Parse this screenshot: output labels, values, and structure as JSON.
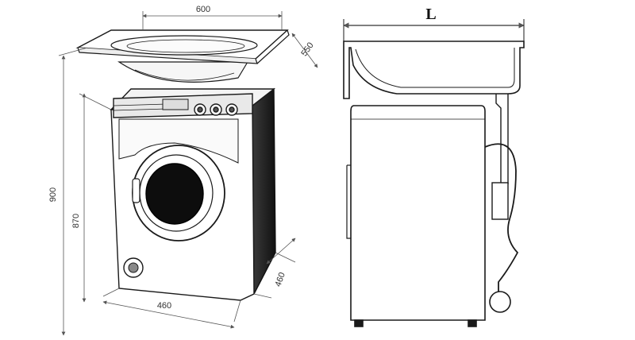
{
  "dimensions": {
    "sink_width": "600",
    "sink_depth": "550",
    "total_height": "900",
    "machine_height": "870",
    "machine_width": "460",
    "machine_depth": "460",
    "sink_length_label": "L"
  },
  "colors": {
    "stroke": "#1a1a1a",
    "dim_line": "#555555",
    "shade": "#2b2b2b"
  }
}
